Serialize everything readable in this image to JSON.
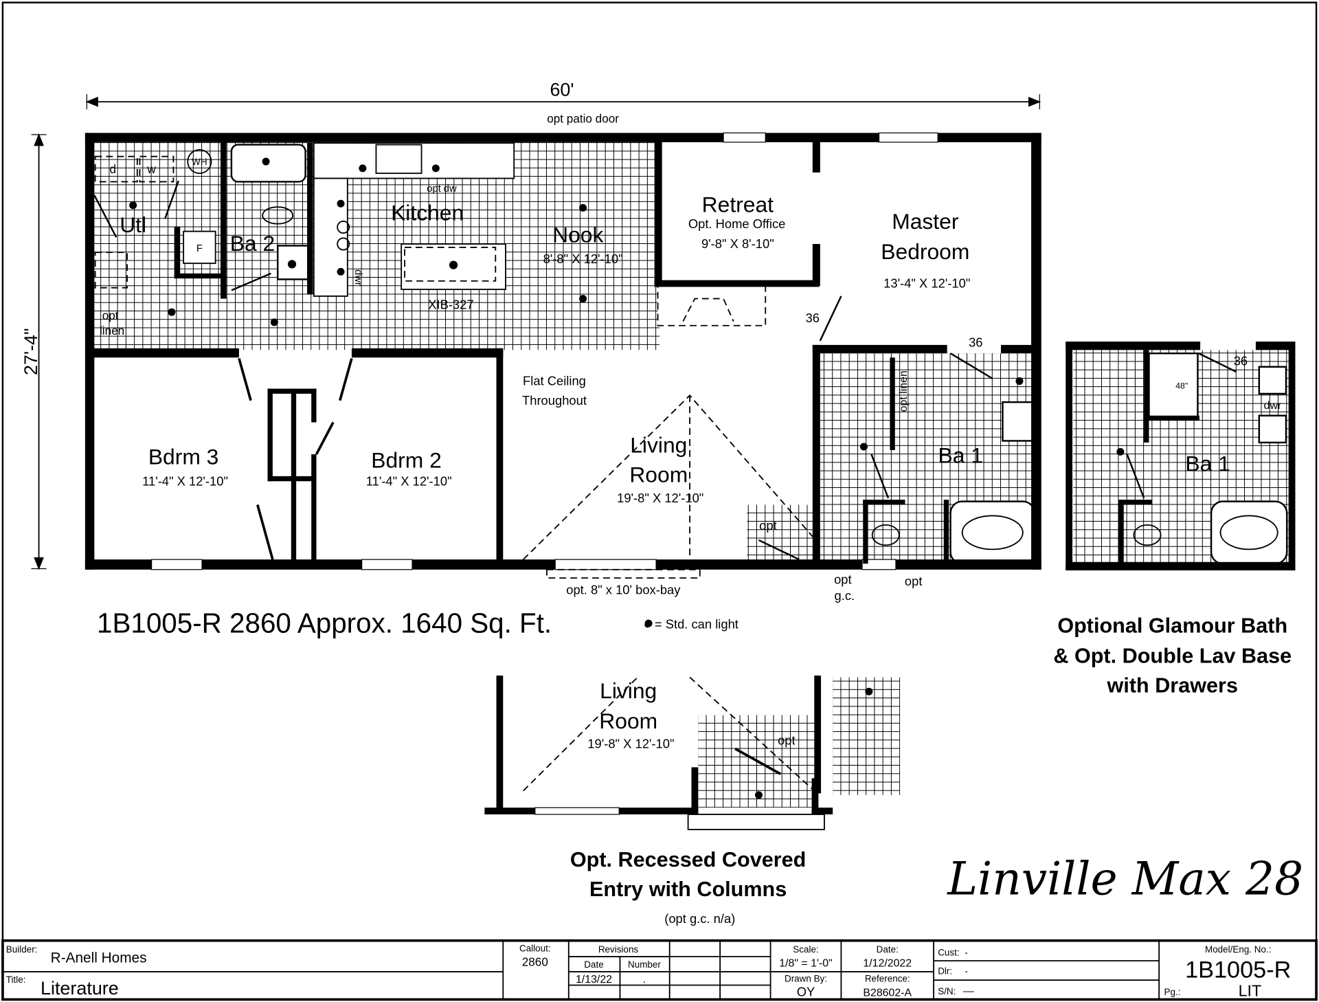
{
  "dimensions": {
    "width": "60'",
    "depth": "27'-4\"",
    "top_note": "opt patio door"
  },
  "rooms": {
    "utl": {
      "name": "Utl"
    },
    "ba2": {
      "name": "Ba 2"
    },
    "kitchen": {
      "name": "Kitchen",
      "opt_dw": "opt dw",
      "dwr": "dwr",
      "island": "XIB-327"
    },
    "nook": {
      "name": "Nook",
      "size": "8'-8\" X 12'-10\""
    },
    "retreat": {
      "name": "Retreat",
      "subtitle": "Opt. Home Office",
      "size": "9'-8\" X 8'-10\""
    },
    "master": {
      "name_line1": "Master",
      "name_line2": "Bedroom",
      "size": "13'-4\" X 12'-10\""
    },
    "bdrm3": {
      "name": "Bdrm 3",
      "size": "11'-4\" X 12'-10\""
    },
    "bdrm2": {
      "name": "Bdrm 2",
      "size": "11'-4\" X 12'-10\""
    },
    "living": {
      "name_line1": "Living",
      "name_line2": "Room",
      "size": "19'-8\" X 12'-10\""
    },
    "ba1": {
      "name": "Ba 1",
      "opt_linen": "opt linen"
    }
  },
  "fixtures": {
    "dryer": "d",
    "washer": "w",
    "water_heater": "WH",
    "furnace": "F",
    "opt_linen": "opt",
    "opt_linen2": "linen"
  },
  "notes": {
    "flat_ceiling_1": "Flat Ceiling",
    "flat_ceiling_2": "Throughout",
    "door_36_a": "36",
    "door_36_b": "36",
    "door_36_c": "36",
    "opt_a": "opt",
    "opt_gc_1": "opt",
    "opt_gc_2": "g.c.",
    "opt_b": "opt",
    "box_bay": "opt. 8\" x 10' box-bay",
    "model_line": "1B1005-R 2860 Approx. 1640 Sq. Ft.",
    "legend": "● = Std. can light",
    "shower_48": "48\""
  },
  "glamour_bath": {
    "room": "Ba 1",
    "dwr": "dwr",
    "door": "36",
    "caption_1": "Optional Glamour Bath",
    "caption_2": "& Opt. Double Lav Base",
    "caption_3": "with Drawers"
  },
  "recessed_entry": {
    "living_1": "Living",
    "living_2": "Room",
    "size": "19'-8\" X 12'-10\"",
    "opt": "opt",
    "caption_1": "Opt. Recessed Covered",
    "caption_2": "Entry with Columns",
    "caption_3": "(opt g.c. n/a)"
  },
  "model_name": "Linville Max 28",
  "title_block": {
    "builder_label": "Builder:",
    "builder": "R-Anell Homes",
    "title_label": "Title:",
    "title": "Literature",
    "callout_label": "Callout:",
    "callout": "2860",
    "revisions_label": "Revisions",
    "rev_date_label": "Date",
    "rev_number_label": "Number",
    "rev_date_1": "1/13/22",
    "rev_dot": ".",
    "scale_label": "Scale:",
    "scale": "1/8\" = 1'-0\"",
    "drawn_by_label": "Drawn By:",
    "drawn_by": "OY",
    "date_label": "Date:",
    "date": "1/12/2022",
    "reference_label": "Reference:",
    "reference": "B28602-A",
    "cust_label": "Cust:",
    "cust": "-",
    "dlr_label": "Dlr:",
    "dlr": "-",
    "sn_label": "S/N:",
    "sn": "—",
    "model_label": "Model/Eng. No.:",
    "model": "1B1005-R",
    "pg_label": "Pg.:",
    "pg": "LIT"
  }
}
